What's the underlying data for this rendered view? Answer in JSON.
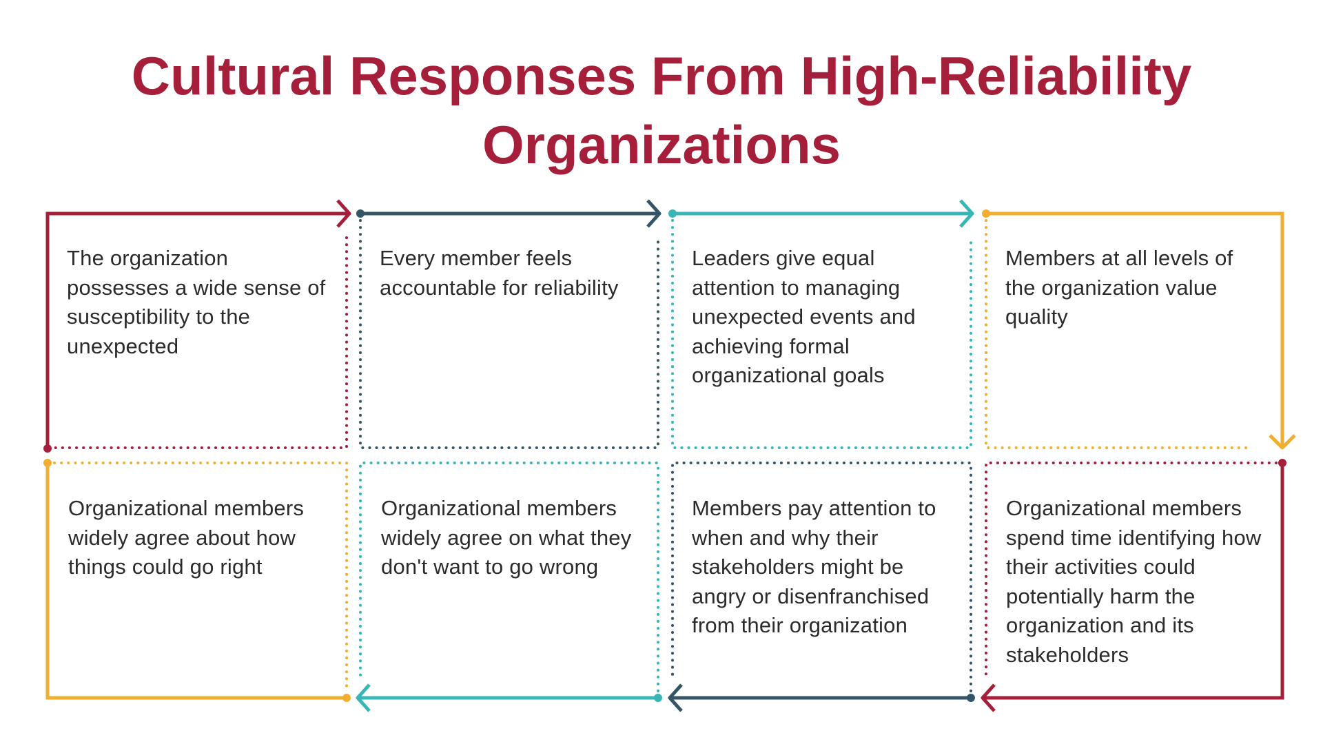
{
  "title": {
    "line1": "Cultural Responses From High-Reliability",
    "line2": "Organizations"
  },
  "colors": {
    "title": "#a51f3a",
    "red": "#a51f3a",
    "navy": "#345565",
    "teal": "#38b6b6",
    "gold": "#f2ae2e",
    "text": "#2b2b2b"
  },
  "boxes": [
    {
      "id": "box-1",
      "color": "red",
      "text": "The organization possesses a wide sense of susceptibility to the unexpected"
    },
    {
      "id": "box-2",
      "color": "navy",
      "text": "Every member feels accountable for reliability"
    },
    {
      "id": "box-3",
      "color": "teal",
      "text": "Leaders give equal attention to managing unexpected events and achieving formal organizational goals"
    },
    {
      "id": "box-4",
      "color": "gold",
      "text": "Members at all levels of the organization value quality"
    },
    {
      "id": "box-5",
      "color": "red",
      "text": "Organizational members spend time identifying how their activities could potentially harm the organization and its stakeholders"
    },
    {
      "id": "box-6",
      "color": "navy",
      "text": "Members pay attention to when and why their stakeholders might be angry or disenfranchised from their organization"
    },
    {
      "id": "box-7",
      "color": "teal",
      "text": "Organizational members widely agree on what they don't want to go wrong"
    },
    {
      "id": "box-8",
      "color": "gold",
      "text": "Organizational members widely agree about how things could go right"
    }
  ]
}
